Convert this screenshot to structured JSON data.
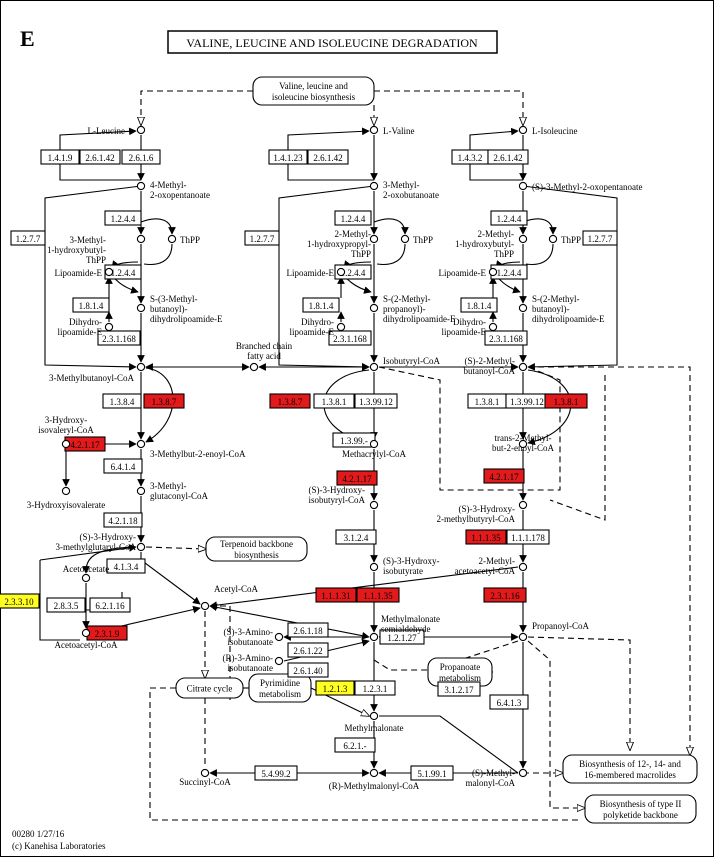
{
  "panel_label": "E",
  "title": "VALINE, LEUCINE AND ISOLEUCINE DEGRADATION",
  "colors": {
    "red": "#e31a1c",
    "yellow": "#ffff22",
    "line": "#000000",
    "dash": "#000000"
  },
  "footer": {
    "line1": "00280 1/27/16",
    "line2": "(c) Kanehisa Laboratories"
  },
  "pathways": [
    {
      "id": "biosyn",
      "lines": [
        "Valine, leucine and",
        "isoleucine biosynthesis"
      ]
    },
    {
      "id": "terpenoid",
      "lines": [
        "Terpenoid backbone",
        "biosynthesis"
      ]
    },
    {
      "id": "propanoate",
      "lines": [
        "Propanoate",
        "metabolism"
      ]
    },
    {
      "id": "pyrimidine",
      "lines": [
        "Pyrimidine",
        "metabolism"
      ]
    },
    {
      "id": "citrate",
      "lines": [
        "Citrate cycle"
      ]
    },
    {
      "id": "macrolides",
      "lines": [
        "Biosynthesis of 12-, 14- and",
        "16-membered macrolides"
      ]
    },
    {
      "id": "polyketide",
      "lines": [
        "Biosynthesis of type II",
        "polyketide backbone"
      ]
    }
  ],
  "enzymes": [
    {
      "id": "e1",
      "label": "1.4.1.9",
      "hl": "none"
    },
    {
      "id": "e2",
      "label": "2.6.1.42",
      "hl": "none"
    },
    {
      "id": "e3",
      "label": "2.6.1.6",
      "hl": "none"
    },
    {
      "id": "e4",
      "label": "1.4.1.23",
      "hl": "none"
    },
    {
      "id": "e5",
      "label": "2.6.1.42",
      "hl": "none"
    },
    {
      "id": "e6",
      "label": "1.4.3.2",
      "hl": "none"
    },
    {
      "id": "e7",
      "label": "2.6.1.42",
      "hl": "none"
    },
    {
      "id": "e8",
      "label": "1.2.4.4",
      "hl": "none"
    },
    {
      "id": "e9",
      "label": "1.2.7.7",
      "hl": "none"
    },
    {
      "id": "e10",
      "label": "1.2.4.4",
      "hl": "none"
    },
    {
      "id": "e11",
      "label": "1.8.1.4",
      "hl": "none"
    },
    {
      "id": "e12",
      "label": "2.3.1.168",
      "hl": "none"
    },
    {
      "id": "e13",
      "label": "1.2.4.4",
      "hl": "none"
    },
    {
      "id": "e14",
      "label": "1.2.7.7",
      "hl": "none"
    },
    {
      "id": "e15",
      "label": "1.2.4.4",
      "hl": "none"
    },
    {
      "id": "e16",
      "label": "1.8.1.4",
      "hl": "none"
    },
    {
      "id": "e17",
      "label": "2.3.1.168",
      "hl": "none"
    },
    {
      "id": "e18",
      "label": "1.2.4.4",
      "hl": "none"
    },
    {
      "id": "e19",
      "label": "1.2.7.7",
      "hl": "none"
    },
    {
      "id": "e20",
      "label": "1.2.4.4",
      "hl": "none"
    },
    {
      "id": "e21",
      "label": "1.8.1.4",
      "hl": "none"
    },
    {
      "id": "e22",
      "label": "2.3.1.168",
      "hl": "none"
    },
    {
      "id": "e23",
      "label": "1.3.8.4",
      "hl": "none"
    },
    {
      "id": "e24",
      "label": "1.3.8.7",
      "hl": "red"
    },
    {
      "id": "e25",
      "label": "1.3.8.7",
      "hl": "red"
    },
    {
      "id": "e26",
      "label": "1.3.8.1",
      "hl": "none"
    },
    {
      "id": "e27",
      "label": "1.3.99.12",
      "hl": "none"
    },
    {
      "id": "e28",
      "label": "1.3.99.-",
      "hl": "none"
    },
    {
      "id": "e29",
      "label": "1.3.8.1",
      "hl": "none"
    },
    {
      "id": "e30",
      "label": "1.3.99.12",
      "hl": "none"
    },
    {
      "id": "e31",
      "label": "1.3.8.1",
      "hl": "red"
    },
    {
      "id": "e32",
      "label": "4.2.1.17",
      "hl": "red"
    },
    {
      "id": "e33",
      "label": "6.4.1.4",
      "hl": "none"
    },
    {
      "id": "e34",
      "label": "4.2.1.17",
      "hl": "red"
    },
    {
      "id": "e35",
      "label": "4.2.1.17",
      "hl": "red"
    },
    {
      "id": "e36",
      "label": "4.2.1.18",
      "hl": "none"
    },
    {
      "id": "e37",
      "label": "3.1.2.4",
      "hl": "none"
    },
    {
      "id": "e38",
      "label": "1.1.1.35",
      "hl": "red"
    },
    {
      "id": "e39",
      "label": "1.1.1.178",
      "hl": "none"
    },
    {
      "id": "e40",
      "label": "4.1.3.4",
      "hl": "none"
    },
    {
      "id": "e41",
      "label": "2.3.3.10",
      "hl": "yellow"
    },
    {
      "id": "e42",
      "label": "2.8.3.5",
      "hl": "none"
    },
    {
      "id": "e43",
      "label": "6.2.1.16",
      "hl": "none"
    },
    {
      "id": "e44",
      "label": "2.3.1.9",
      "hl": "red"
    },
    {
      "id": "e45",
      "label": "1.1.1.31",
      "hl": "red"
    },
    {
      "id": "e46",
      "label": "1.1.1.35",
      "hl": "red"
    },
    {
      "id": "e47",
      "label": "2.3.1.16",
      "hl": "red"
    },
    {
      "id": "e48",
      "label": "2.6.1.18",
      "hl": "none"
    },
    {
      "id": "e49",
      "label": "2.6.1.22",
      "hl": "none"
    },
    {
      "id": "e50",
      "label": "2.6.1.40",
      "hl": "none"
    },
    {
      "id": "e51",
      "label": "1.2.1.27",
      "hl": "none"
    },
    {
      "id": "e52",
      "label": "1.2.1.3",
      "hl": "yellow"
    },
    {
      "id": "e53",
      "label": "1.2.3.1",
      "hl": "none"
    },
    {
      "id": "e54",
      "label": "3.1.2.17",
      "hl": "none"
    },
    {
      "id": "e55",
      "label": "6.4.1.3",
      "hl": "none"
    },
    {
      "id": "e56",
      "label": "6.2.1.-",
      "hl": "none"
    },
    {
      "id": "e57",
      "label": "5.4.99.2",
      "hl": "none"
    },
    {
      "id": "e58",
      "label": "5.1.99.1",
      "hl": "none"
    }
  ],
  "compounds": [
    {
      "id": "leu",
      "lines": [
        "L-Leucine"
      ]
    },
    {
      "id": "val",
      "lines": [
        "L-Valine"
      ]
    },
    {
      "id": "ile",
      "lines": [
        "L-Isoleucine"
      ]
    },
    {
      "id": "m2op",
      "lines": [
        "4-Methyl-",
        "2-oxopentanoate"
      ]
    },
    {
      "id": "m2ob",
      "lines": [
        "3-Methyl-",
        "2-oxobutanoate"
      ]
    },
    {
      "id": "sm2op",
      "lines": [
        "(S)-3-Methyl-2-oxopentanoate"
      ]
    },
    {
      "id": "thpp1",
      "lines": [
        "ThPP"
      ]
    },
    {
      "id": "thpp2",
      "lines": [
        "ThPP"
      ]
    },
    {
      "id": "thpp3",
      "lines": [
        "ThPP"
      ]
    },
    {
      "id": "hb1",
      "lines": [
        "3-Methyl-",
        "1-hydroxybutyl-",
        "ThPP"
      ]
    },
    {
      "id": "hp1",
      "lines": [
        "2-Methyl-",
        "1-hydroxypropyl-",
        "ThPP"
      ]
    },
    {
      "id": "hb2",
      "lines": [
        "2-Methyl-",
        "1-hydroxybutyl-",
        "ThPP"
      ]
    },
    {
      "id": "lipo1",
      "lines": [
        "Lipoamide-E"
      ]
    },
    {
      "id": "lipo2",
      "lines": [
        "Lipoamide-E"
      ]
    },
    {
      "id": "lipo3",
      "lines": [
        "Lipoamide-E"
      ]
    },
    {
      "id": "sbl1",
      "lines": [
        "S-(3-Methyl-",
        "butanoyl)-",
        "dihydrolipoamide-E"
      ]
    },
    {
      "id": "sbl2",
      "lines": [
        "S-(2-Methyl-",
        "propanoyl)-",
        "dihydrolipoamide-E"
      ]
    },
    {
      "id": "sbl3",
      "lines": [
        "S-(2-Methyl-",
        "butanoyl)-",
        "dihydrolipoamide-E"
      ]
    },
    {
      "id": "dhl1",
      "lines": [
        "Dihydro-",
        "lipoamide-E"
      ]
    },
    {
      "id": "dhl2",
      "lines": [
        "Dihydro-",
        "lipoamide-E"
      ]
    },
    {
      "id": "dhl3",
      "lines": [
        "Dihydro-",
        "lipoamide-E"
      ]
    },
    {
      "id": "bcfa",
      "lines": [
        "Branched chain",
        "fatty acid"
      ]
    },
    {
      "id": "mbcoa",
      "lines": [
        "3-Methylbutanoyl-CoA"
      ]
    },
    {
      "id": "ibcoa",
      "lines": [
        "Isobutyryl-CoA"
      ]
    },
    {
      "id": "smbcoa",
      "lines": [
        "(S)-2-Methyl-",
        "butanoyl-CoA"
      ]
    },
    {
      "id": "hivcoa",
      "lines": [
        "3-Hydroxy-",
        "isovaleryl-CoA"
      ]
    },
    {
      "id": "mb2e",
      "lines": [
        "3-Methylbut-2-enoyl-CoA"
      ]
    },
    {
      "id": "hiv",
      "lines": [
        "3-Hydroxyisovalerate"
      ]
    },
    {
      "id": "mgcoa",
      "lines": [
        "3-Methyl-",
        "glutaconyl-CoA"
      ]
    },
    {
      "id": "macoa",
      "lines": [
        "Methacrylyl-CoA"
      ]
    },
    {
      "id": "tmb2e",
      "lines": [
        "trans-2-Methyl-",
        "but-2-enoyl-CoA"
      ]
    },
    {
      "id": "hibcoa",
      "lines": [
        "(S)-3-Hydroxy-",
        "isobutyryl-CoA"
      ]
    },
    {
      "id": "hmbcoa",
      "lines": [
        "(S)-3-Hydroxy-",
        "2-methylbutyryl-CoA"
      ]
    },
    {
      "id": "hmgcoa",
      "lines": [
        "(S)-3-Hydroxy-",
        "3-methylglutaryl-CoA"
      ]
    },
    {
      "id": "hib",
      "lines": [
        "(S)-3-Hydroxy-",
        "isobutyrate"
      ]
    },
    {
      "id": "acac",
      "lines": [
        "Acetoacetate"
      ]
    },
    {
      "id": "macaccoa",
      "lines": [
        "2-Methyl-",
        "acetoacetyl-CoA"
      ]
    },
    {
      "id": "accoa",
      "lines": [
        "Acetyl-CoA"
      ]
    },
    {
      "id": "acaccoa",
      "lines": [
        "Acetoacetyl-CoA"
      ]
    },
    {
      "id": "mmsa",
      "lines": [
        "Methylmalonate",
        "semialdehyde"
      ]
    },
    {
      "id": "propcoa",
      "lines": [
        "Propanoyl-CoA"
      ]
    },
    {
      "id": "saib",
      "lines": [
        "(S)-3-Amino-",
        "isobutanoate"
      ]
    },
    {
      "id": "raib",
      "lines": [
        "(R)-3-Amino-",
        "isobutanoate"
      ]
    },
    {
      "id": "mma",
      "lines": [
        "Methylmalonate"
      ]
    },
    {
      "id": "smmcoa",
      "lines": [
        "(S)-Methyl-",
        "malonyl-CoA"
      ]
    },
    {
      "id": "succoa",
      "lines": [
        "Succinyl-CoA"
      ]
    },
    {
      "id": "rmmcoa",
      "lines": [
        "(R)-Methylmalonyl-CoA"
      ]
    }
  ]
}
